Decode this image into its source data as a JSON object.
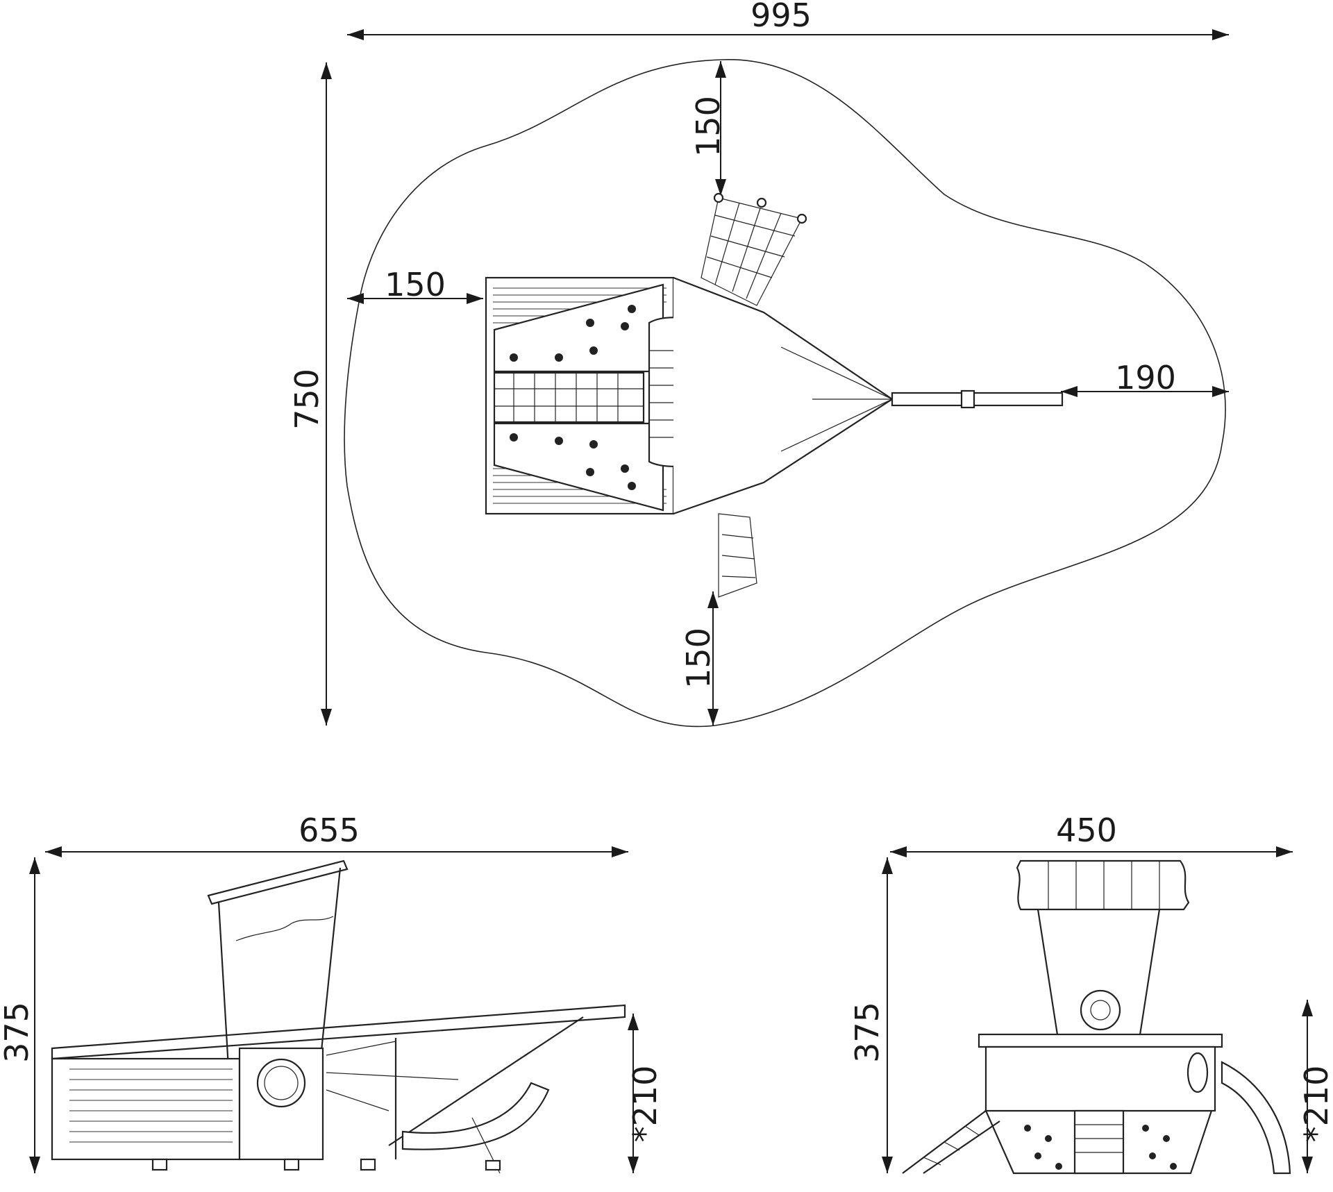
{
  "top_view": {
    "overall_width": "995",
    "overall_depth": "750",
    "clearance_top": "150",
    "clearance_left": "150",
    "clearance_right": "190",
    "clearance_bottom": "150"
  },
  "side_view": {
    "length": "655",
    "height": "375",
    "platform_height": "*210"
  },
  "front_view": {
    "width": "450",
    "height": "375",
    "platform_height": "*210"
  }
}
